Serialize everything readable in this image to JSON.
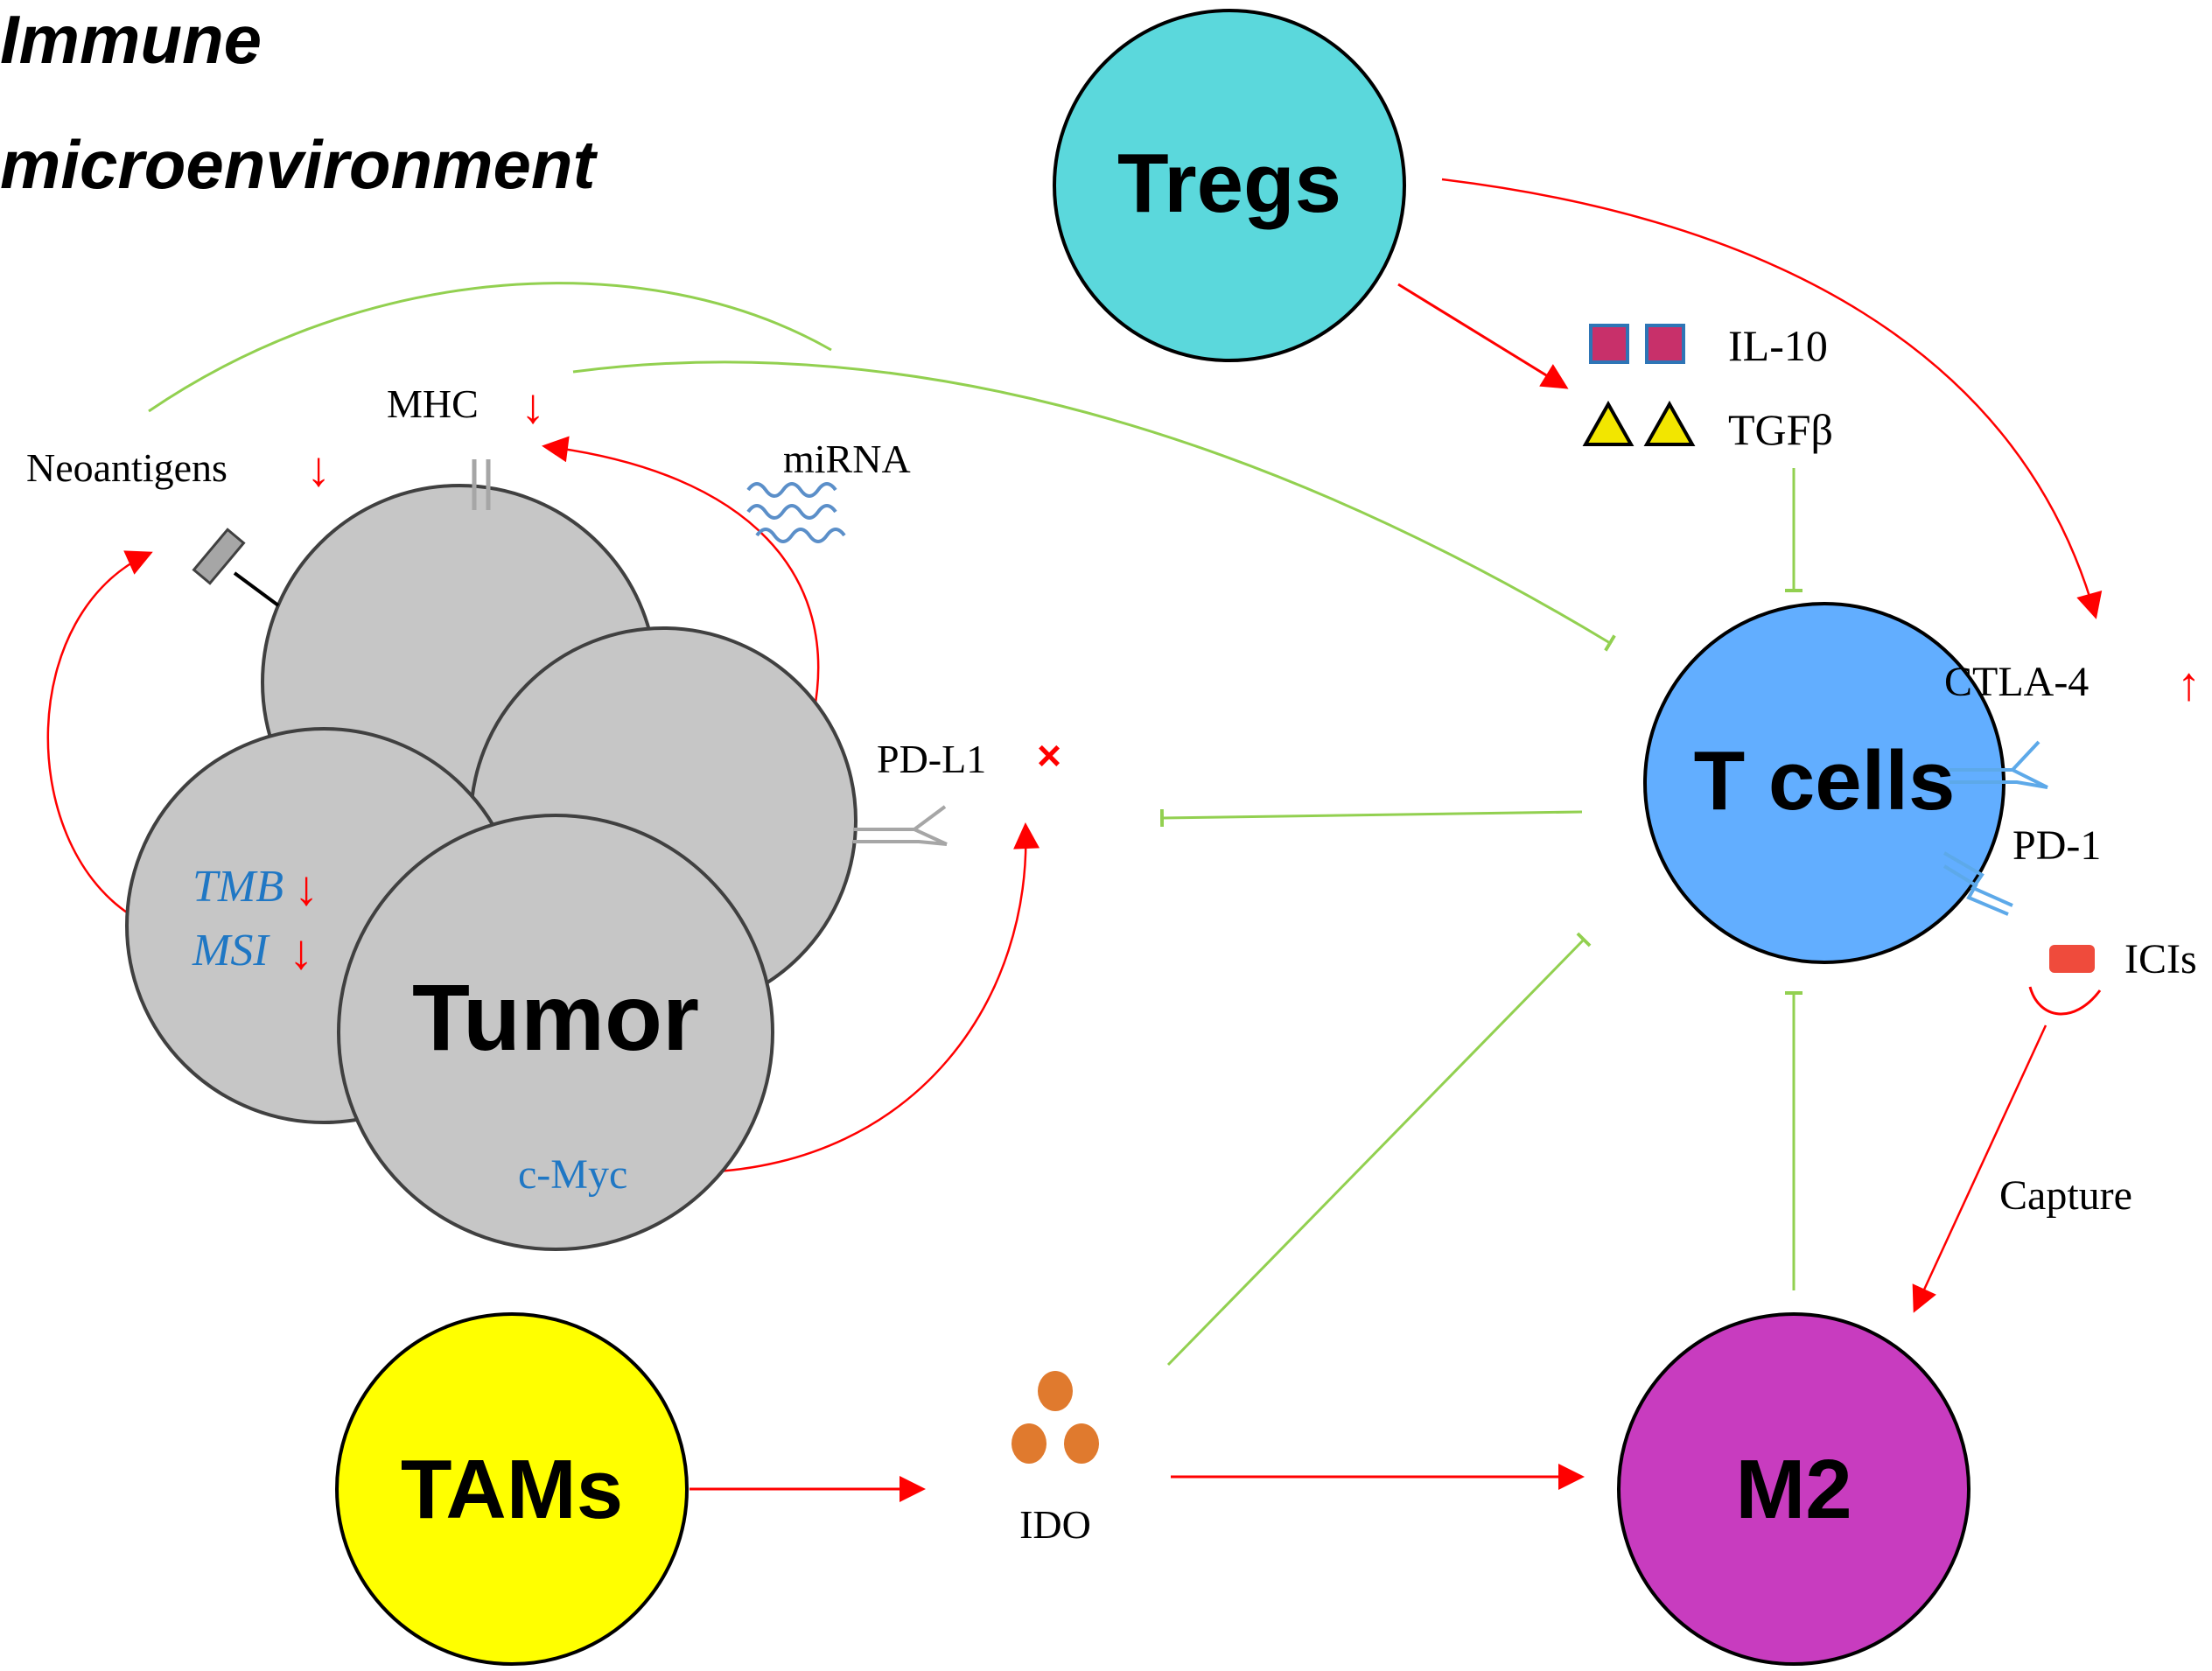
{
  "title": {
    "line1": "Immune",
    "line2": "microenvironment"
  },
  "nodes": {
    "tregs": "Tregs",
    "tcells": "T cells",
    "tumor": "Tumor",
    "tams": "TAMs",
    "m2": "M2"
  },
  "labels": {
    "mhc": "MHC",
    "neoantigens": "Neoantigens",
    "mirna": "miRNA",
    "pdl1": "PD-L1",
    "il10": "IL-10",
    "tgfb": "TGFβ",
    "ctla4": "CTLA-4",
    "pd1": "PD-1",
    "icis": "ICIs",
    "capture": "Capture",
    "ido": "IDO",
    "tmb": "TMB",
    "msi": "MSI",
    "cmyc": "c-Myc"
  },
  "symbols": {
    "down_arrow": "↓",
    "up_arrow": "↑",
    "cross": "×"
  },
  "colors": {
    "tregs": "#5BD8DC",
    "tcells": "#62AEFF",
    "tumor": "#C6C6C6",
    "tams": "#FFFF00",
    "m2": "#C83CBF",
    "activate": "#FF0000",
    "inhibit": "#92D050",
    "marker_blue": "#1F77C4",
    "il10_fill": "#C8306A",
    "tgfb_fill": "#F2E600",
    "ido_fill": "#E07A2E",
    "ici_fill": "#EF4B3C"
  }
}
